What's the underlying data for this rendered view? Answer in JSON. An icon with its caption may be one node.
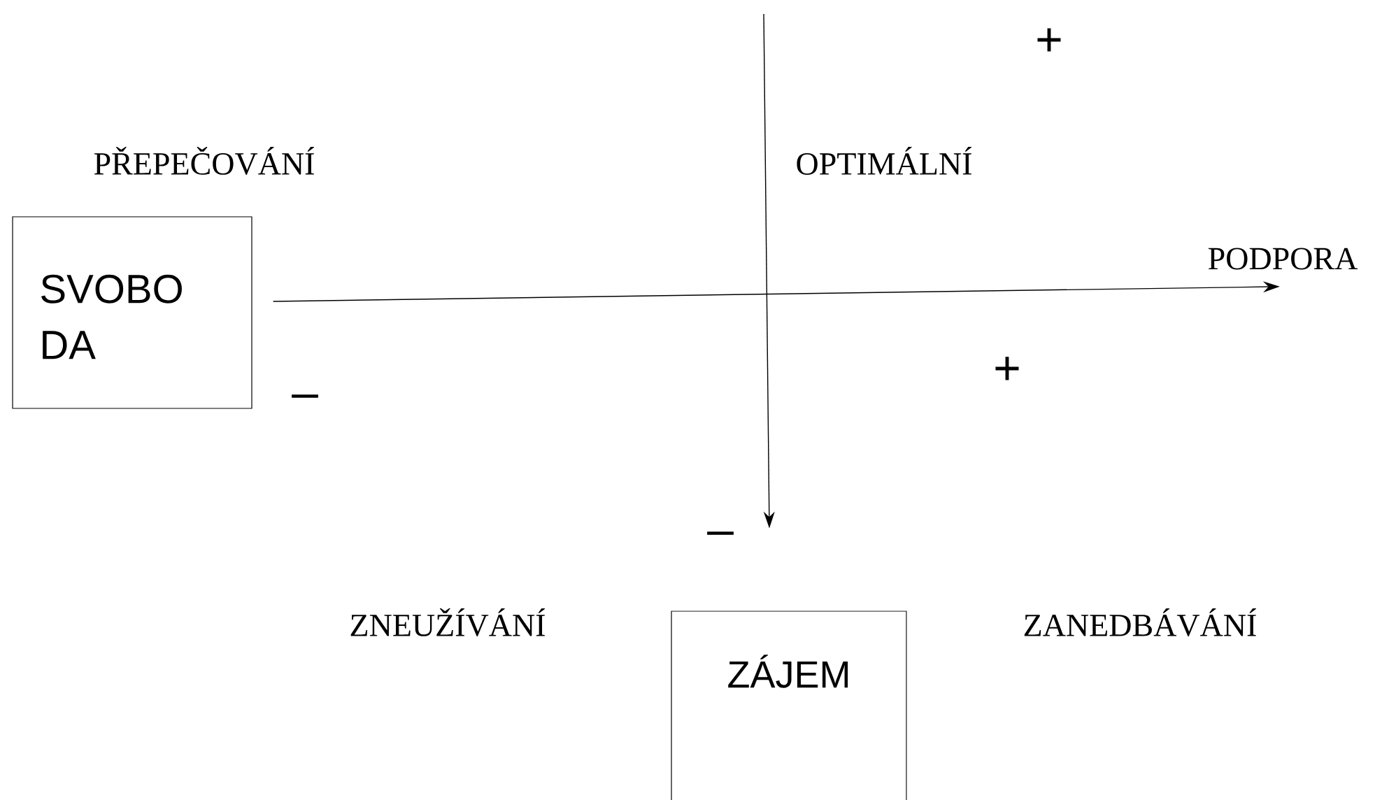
{
  "diagram": {
    "nodes": [
      {
        "text": [
          "SVOBO DA"
        ],
        "beside": [
          "–"
        ]
      },
      {
        "text": [
          "ZÁJEM"
        ]
      },
      {
        "text": [
          "PODPORA"
        ]
      }
    ],
    "edges": [
      {
        "from": 0,
        "to": 2,
        "arrow": "to"
      },
      {
        "from": null,
        "to": 1,
        "arrow": "to"
      }
    ],
    "labels": [
      "+",
      "PŘEPEČOVÁNÍ",
      "OPTIMÁLNÍ",
      "+",
      "–",
      "ZNEUŽÍVÁNÍ",
      "ZANEDBÁVÁNÍ"
    ]
  }
}
